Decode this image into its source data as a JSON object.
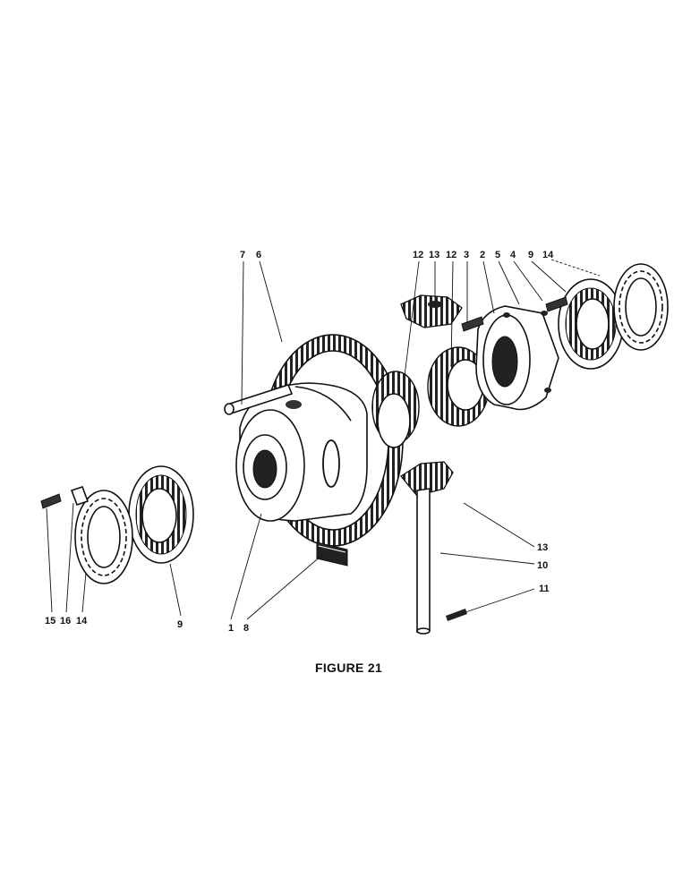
{
  "figure": {
    "caption": "FIGURE 21",
    "callouts": [
      {
        "id": "c-7a",
        "text": "7"
      },
      {
        "id": "c-6",
        "text": "6"
      },
      {
        "id": "c-12a",
        "text": "12"
      },
      {
        "id": "c-13a",
        "text": "13"
      },
      {
        "id": "c-12b",
        "text": "12"
      },
      {
        "id": "c-3",
        "text": "3"
      },
      {
        "id": "c-2",
        "text": "2"
      },
      {
        "id": "c-5",
        "text": "5"
      },
      {
        "id": "c-4",
        "text": "4"
      },
      {
        "id": "c-9a",
        "text": "9"
      },
      {
        "id": "c-14a",
        "text": "14"
      },
      {
        "id": "c-13b",
        "text": "13"
      },
      {
        "id": "c-10",
        "text": "10"
      },
      {
        "id": "c-11",
        "text": "11"
      },
      {
        "id": "c-15",
        "text": "15"
      },
      {
        "id": "c-16",
        "text": "16"
      },
      {
        "id": "c-14b",
        "text": "14"
      },
      {
        "id": "c-9b",
        "text": "9"
      },
      {
        "id": "c-1",
        "text": "1"
      },
      {
        "id": "c-8",
        "text": "8"
      }
    ]
  }
}
